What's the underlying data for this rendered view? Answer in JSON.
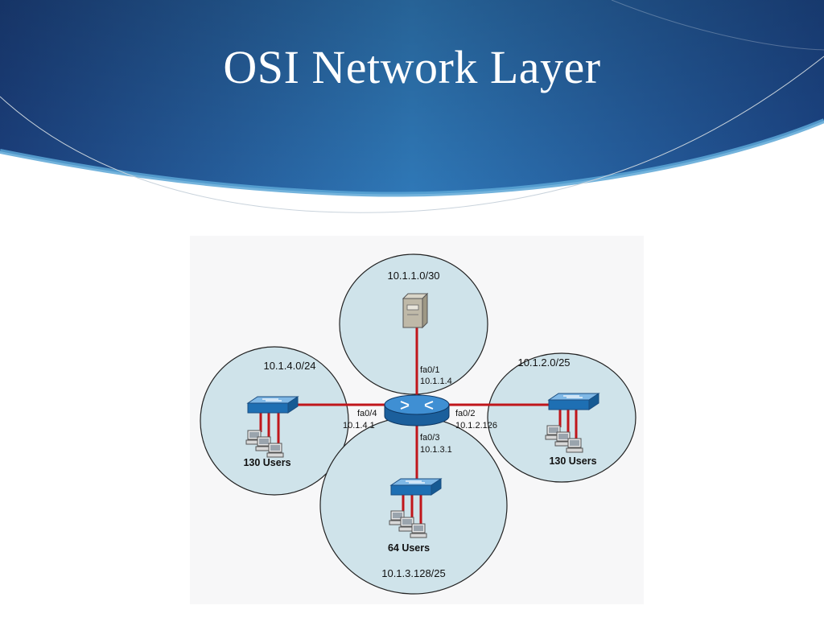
{
  "slide": {
    "title": "OSI Network Layer"
  },
  "colors": {
    "header_dark": "#1b3f7c",
    "header_light": "#2f78b7",
    "bubble_fill": "#cfe3ea",
    "link_red": "#c0161b",
    "device_blue": "#1e6fb3"
  },
  "diagram": {
    "networks": [
      {
        "id": "top",
        "subnet": "10.1.1.0/30"
      },
      {
        "id": "left",
        "subnet": "10.1.4.0/24",
        "users": "130 Users"
      },
      {
        "id": "right",
        "subnet": "10.1.2.0/25",
        "users": "130 Users"
      },
      {
        "id": "bottom",
        "subnet": "10.1.3.128/25",
        "users": "64 Users"
      }
    ],
    "interfaces": [
      {
        "name": "fa0/1",
        "ip": "10.1.1.4"
      },
      {
        "name": "fa0/4",
        "ip": "10.1.4.1"
      },
      {
        "name": "fa0/2",
        "ip": "10.1.2.126"
      },
      {
        "name": "fa0/3",
        "ip": "10.1.3.1"
      }
    ],
    "icons": [
      "server-icon",
      "router-icon",
      "switch-icon",
      "workstation-icon"
    ]
  }
}
